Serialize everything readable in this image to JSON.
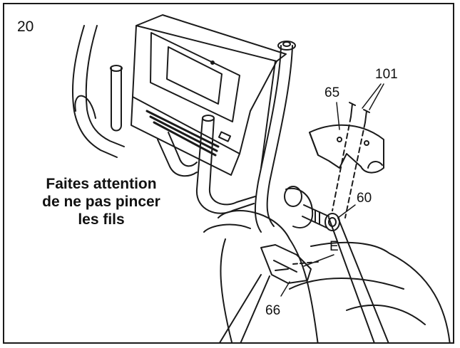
{
  "step_number": "20",
  "warning": {
    "line1": "Faites attention",
    "line2": "de ne pas pincer",
    "line3": "les fils"
  },
  "callouts": {
    "part_101": "101",
    "part_65": "65",
    "part_60": "60",
    "part_e": "E",
    "part_66": "66"
  }
}
